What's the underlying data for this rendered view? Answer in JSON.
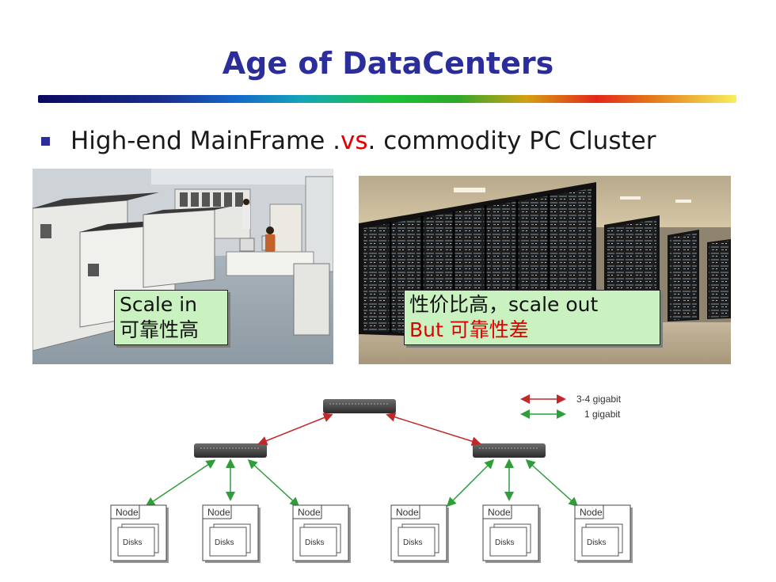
{
  "title": "Age of DataCenters",
  "bullet": {
    "prefix": "High-end MainFrame .",
    "vs": "vs",
    "suffix": ". commodity PC Cluster"
  },
  "callouts": {
    "left": {
      "line1": "Scale in",
      "line2": "可靠性高"
    },
    "right": {
      "line1": "性价比高，scale out",
      "line2_prefix": "But ",
      "line2_red": "可靠性差"
    }
  },
  "diagram": {
    "legend": [
      {
        "label": "3-4 gigabit",
        "color": "#c0282a"
      },
      {
        "label": "1 gigabit",
        "color": "#2f9e3a"
      }
    ],
    "nodes": [
      {
        "node_label": "Node",
        "disk_label": "Disks"
      },
      {
        "node_label": "Node",
        "disk_label": "Disks"
      },
      {
        "node_label": "Node",
        "disk_label": "Disks"
      },
      {
        "node_label": "Node",
        "disk_label": "Disks"
      },
      {
        "node_label": "Node",
        "disk_label": "Disks"
      },
      {
        "node_label": "Node",
        "disk_label": "Disks"
      }
    ]
  },
  "colors": {
    "title": "#2b2e9a",
    "accent_red": "#e00000",
    "callout_bg": "#c9f2c0"
  }
}
